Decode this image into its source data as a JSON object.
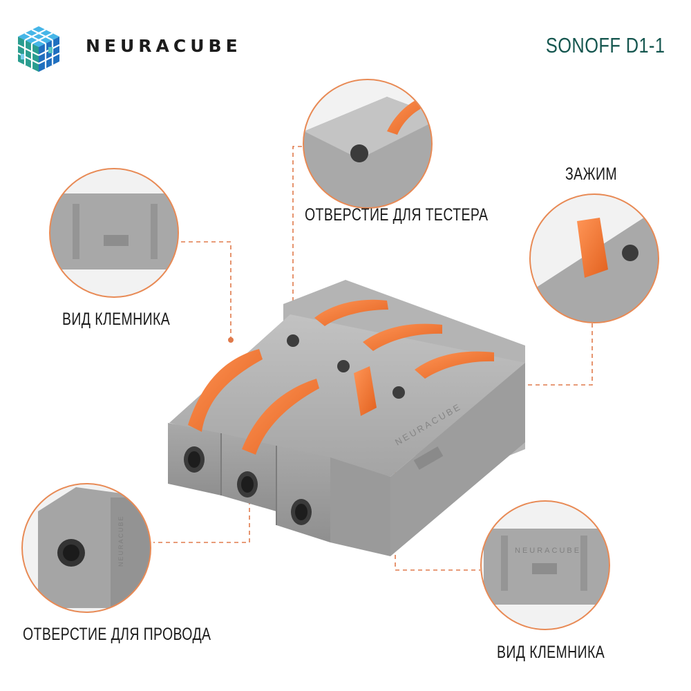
{
  "brand": {
    "name": "NEURACUBE",
    "logo_icon": "cube-logo-icon"
  },
  "product": {
    "model": "SONOFF D1-1"
  },
  "callouts": {
    "tester_hole": "ОТВЕРСТИЕ ДЛЯ ТЕСТЕРА",
    "clamp": "ЗАЖИМ",
    "terminal_view_top": "ВИД КЛЕМНИКА",
    "wire_hole": "ОТВЕРСТИЕ ДЛЯ ПРОВОДА",
    "terminal_view_bottom": "ВИД КЛЕМНИКА"
  },
  "embossed_text": {
    "side_brand": "NEURACUBE"
  },
  "colors": {
    "accent_orange": "#f07a3a",
    "body_gray": "#a7a7a7",
    "model_teal": "#15564f",
    "logo_teal": "#2a9d8f",
    "logo_blue": "#3b8fd9"
  }
}
